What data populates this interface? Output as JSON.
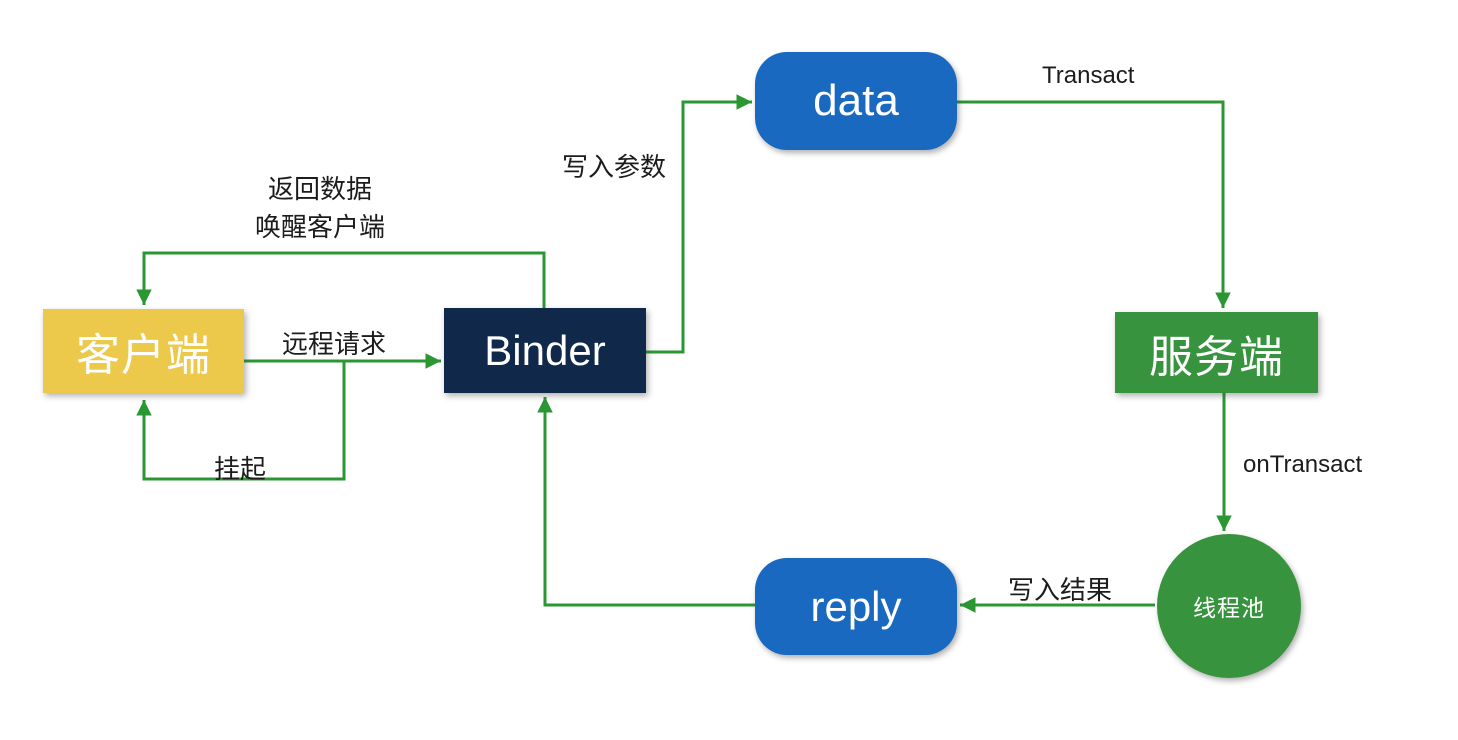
{
  "title": "Binder IPC flow diagram",
  "colors": {
    "bg": "#ffffff",
    "client-yellow": "#ecc94b",
    "binder-navy": "#10294a",
    "data-blue": "#1a69c1",
    "server-green": "#37933d",
    "line-green": "#2b9732",
    "label-dark": "#1c1c1c"
  },
  "nodes": {
    "client": {
      "label": "客户端"
    },
    "binder": {
      "label": "Binder"
    },
    "data": {
      "label": "data"
    },
    "server": {
      "label": "服务端"
    },
    "thread_pool": {
      "label": "线程池"
    },
    "reply": {
      "label": "reply"
    }
  },
  "edges": {
    "remote_request": {
      "label": "远程请求"
    },
    "suspend": {
      "label": "挂起"
    },
    "write_params": {
      "label": "写入参数"
    },
    "transact": {
      "label": "Transact"
    },
    "on_transact": {
      "label": "onTransact"
    },
    "write_result": {
      "label": "写入结果"
    },
    "return_data": {
      "line1": "返回数据",
      "line2": "唤醒客户端"
    }
  }
}
